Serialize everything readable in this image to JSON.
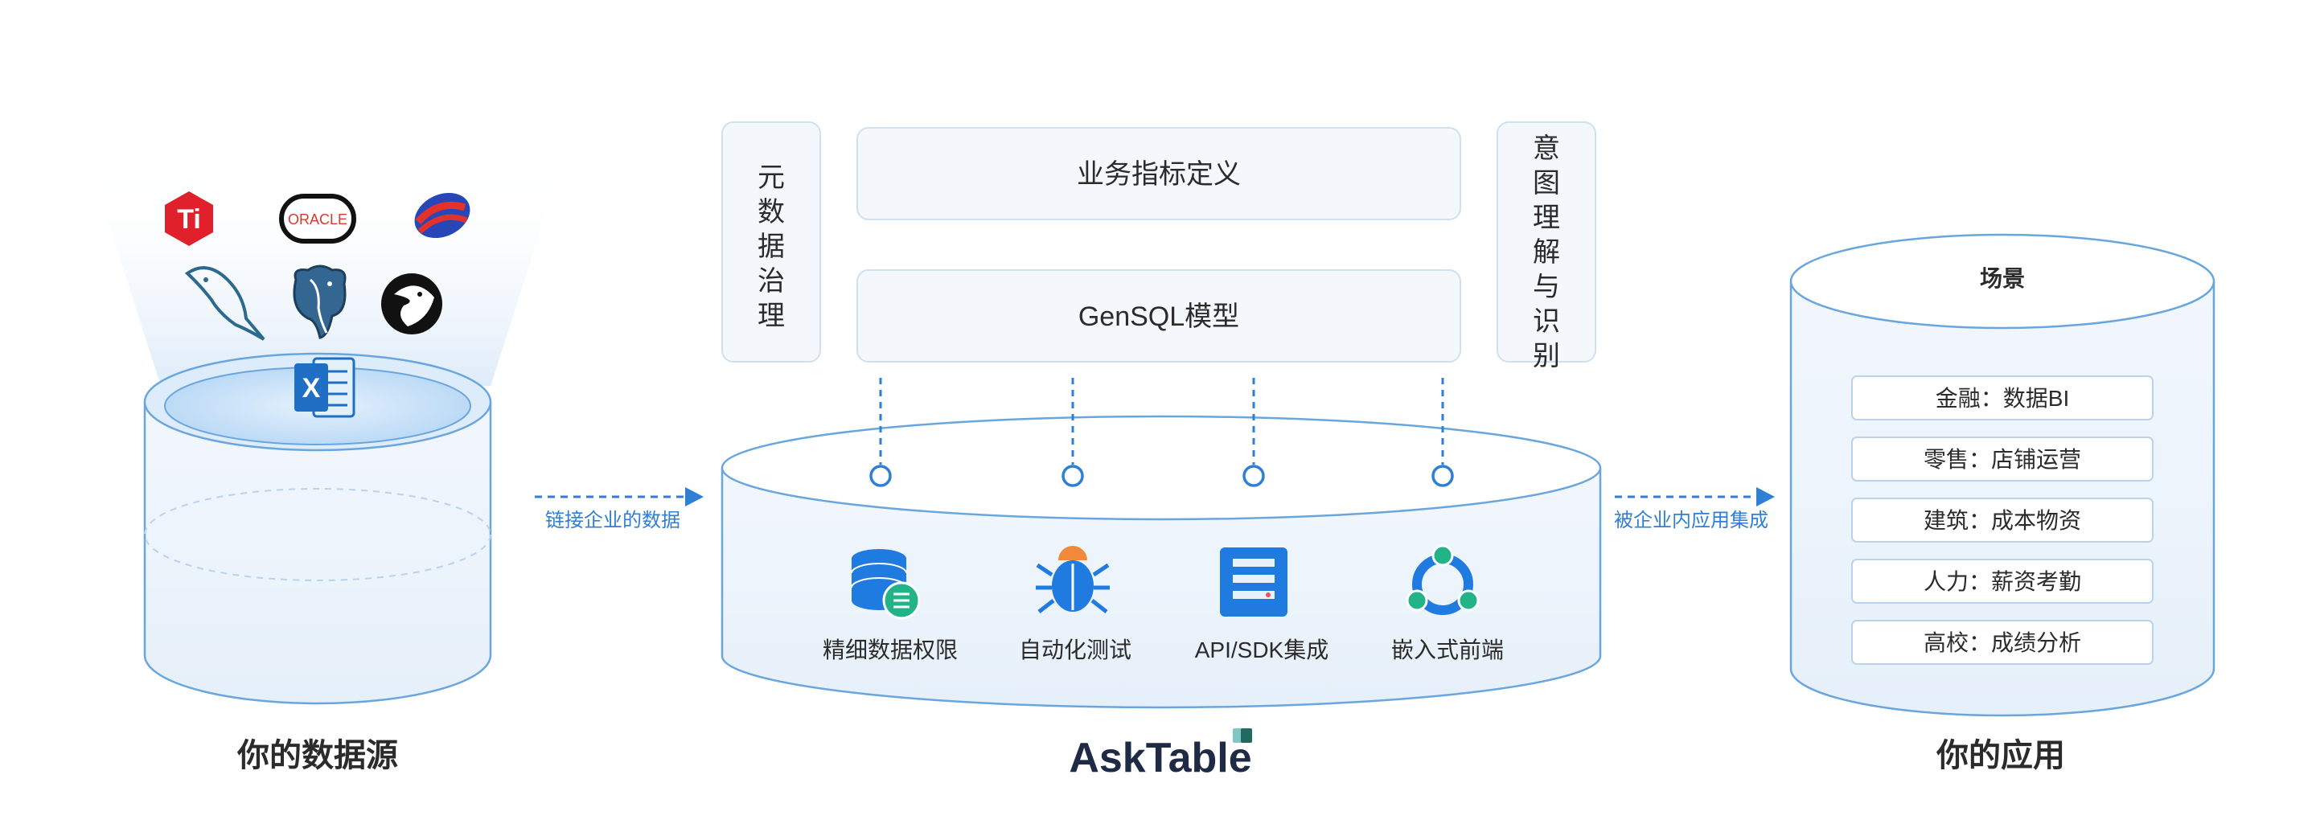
{
  "data_source": {
    "label": "你的数据源",
    "logos": [
      "tidb-logo",
      "oracle-logo",
      "spark-logo",
      "mysql-logo",
      "postgresql-logo",
      "dremio-logo",
      "excel-logo"
    ],
    "oracle_text": "ORACLE",
    "tidb_text": "Ti",
    "excel_text": "X"
  },
  "arrow_in": {
    "label": "链接企业的数据"
  },
  "arrow_out": {
    "label": "被企业内应用集成"
  },
  "asktable": {
    "side_left": "元数据治理",
    "side_right": "意图理解与识别",
    "box_top": "业务指标定义",
    "box_mid": "GenSQL模型",
    "features": [
      {
        "label": "精细数据权限",
        "icon": "database-permission-icon"
      },
      {
        "label": "自动化测试",
        "icon": "bug-icon"
      },
      {
        "label": "API/SDK集成",
        "icon": "server-icon"
      },
      {
        "label": "嵌入式前端",
        "icon": "collaboration-icon"
      }
    ],
    "brand": "AskTable"
  },
  "apps": {
    "title": "场景",
    "items": [
      "金融：数据BI",
      "零售：店铺运营",
      "建筑：成本物资",
      "人力：薪资考勤",
      "高校：成绩分析"
    ],
    "label": "你的应用"
  },
  "colors": {
    "accent": "#2f7fd6",
    "cylinder_stroke": "#6aa6de",
    "cylinder_fill": "#eef5fc",
    "box_fill": "#f4f8fc",
    "box_stroke": "#cfe0ee",
    "text": "#2b2b2b",
    "brand_text": "#1f2a44"
  }
}
